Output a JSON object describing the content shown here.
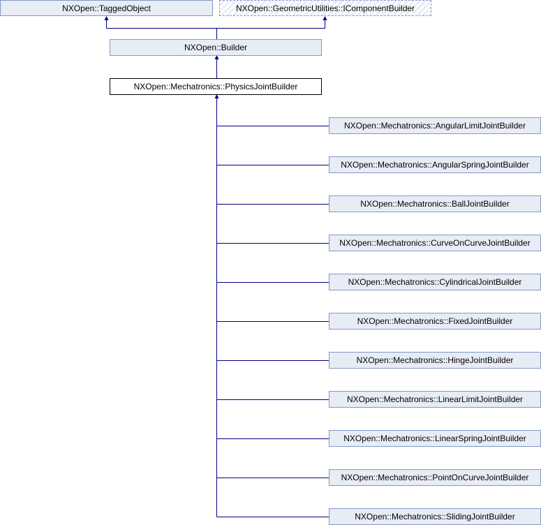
{
  "colors": {
    "edge": "#000080",
    "box_fill": "#e8ecf4",
    "box_border": "#8497c8"
  },
  "parents": {
    "tagged_object": "NXOpen::TaggedObject",
    "icomponent_builder": "NXOpen::GeometricUtilities::IComponentBuilder",
    "builder": "NXOpen::Builder"
  },
  "current": "NXOpen::Mechatronics::PhysicsJointBuilder",
  "children": [
    "NXOpen::Mechatronics::AngularLimitJointBuilder",
    "NXOpen::Mechatronics::AngularSpringJointBuilder",
    "NXOpen::Mechatronics::BallJointBuilder",
    "NXOpen::Mechatronics::CurveOnCurveJointBuilder",
    "NXOpen::Mechatronics::CylindricalJointBuilder",
    "NXOpen::Mechatronics::FixedJointBuilder",
    "NXOpen::Mechatronics::HingeJointBuilder",
    "NXOpen::Mechatronics::LinearLimitJointBuilder",
    "NXOpen::Mechatronics::LinearSpringJointBuilder",
    "NXOpen::Mechatronics::PointOnCurveJointBuilder",
    "NXOpen::Mechatronics::SlidingJointBuilder"
  ]
}
